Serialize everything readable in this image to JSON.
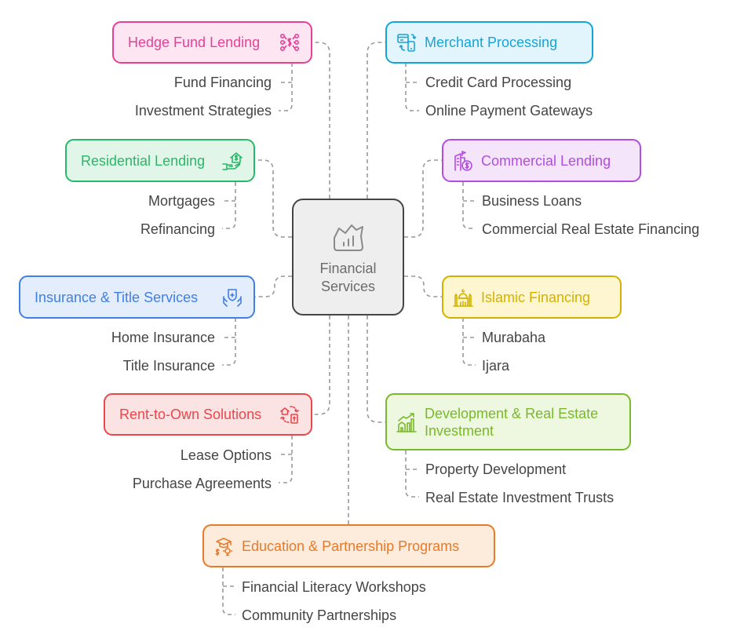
{
  "center": {
    "label": "Financial Services",
    "icon": "chart-wallet-icon"
  },
  "colors": {
    "pink": "#e83f97",
    "cyan": "#15a4d8",
    "green": "#28b86a",
    "purple": "#b34ce0",
    "blue": "#3f7fe6",
    "yellow": "#d4b100",
    "red": "#e8474b",
    "lime": "#79b92a",
    "orange": "#e87a2c",
    "connector": "#9a9a9a",
    "subtext": "#454545"
  },
  "nodes": {
    "hedge": {
      "title": "Hedge Fund Lending",
      "icon": "network-dollar-icon",
      "items": [
        "Fund Financing",
        "Investment Strategies"
      ]
    },
    "merchant": {
      "title": "Merchant Processing",
      "icon": "payment-terminal-icon",
      "items": [
        "Credit Card Processing",
        "Online Payment Gateways"
      ]
    },
    "residential": {
      "title": "Residential Lending",
      "icon": "house-hand-icon",
      "items": [
        "Mortgages",
        "Refinancing"
      ]
    },
    "commercial": {
      "title": "Commercial Lending",
      "icon": "building-dollar-icon",
      "items": [
        "Business Loans",
        "Commercial Real Estate Financing"
      ]
    },
    "insurance": {
      "title": "Insurance & Title Services",
      "icon": "shield-hands-icon",
      "items": [
        "Home Insurance",
        "Title Insurance"
      ]
    },
    "islamic": {
      "title": "Islamic Financing",
      "icon": "mosque-icon",
      "items": [
        "Murabaha",
        "Ijara"
      ]
    },
    "rent": {
      "title": "Rent-to-Own Solutions",
      "icon": "house-cycle-icon",
      "items": [
        "Lease Options",
        "Purchase Agreements"
      ]
    },
    "development": {
      "title": "Development & Real Estate Investment",
      "icon": "growth-chart-house-icon",
      "items": [
        "Property Development",
        "Real Estate Investment Trusts"
      ]
    },
    "education": {
      "title": "Education & Partnership Programs",
      "icon": "graduation-dollar-icon",
      "items": [
        "Financial Literacy Workshops",
        "Community Partnerships"
      ]
    }
  }
}
